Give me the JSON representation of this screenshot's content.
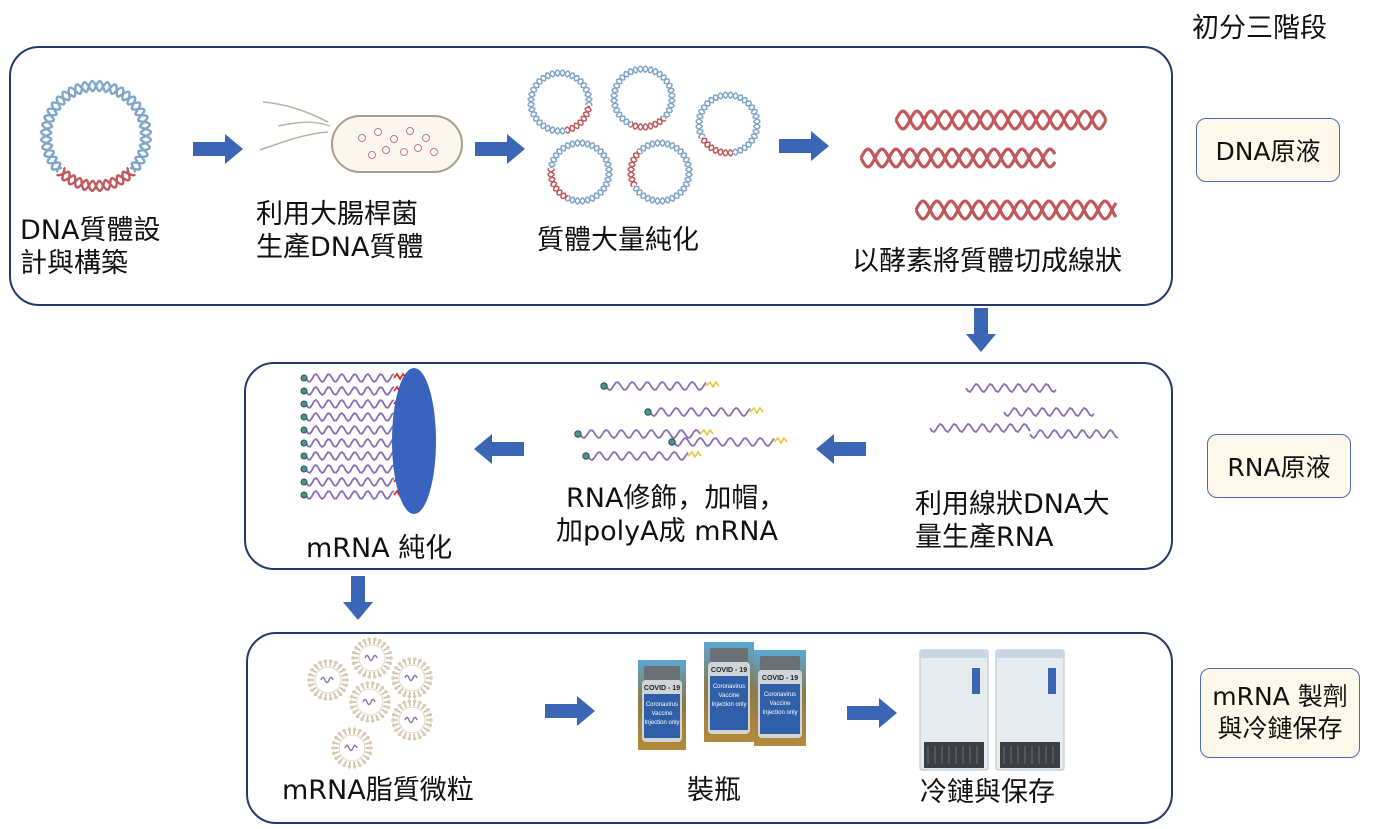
{
  "stage_heading": "初分三階段",
  "stages": [
    {
      "label": "DNA原液"
    },
    {
      "label": "RNA原液"
    },
    {
      "label": "mRNA 製劑\n與冷鏈保存",
      "line1": "mRNA 製劑",
      "line2": "與冷鏈保存"
    }
  ],
  "dna": {
    "step1": {
      "line1": "DNA質體設",
      "line2": "計與構築"
    },
    "step2": {
      "line1": "利用大腸桿菌",
      "line2": "生產DNA質體"
    },
    "step3": {
      "line1": "質體大量純化"
    },
    "step4": {
      "line1": "以酵素將質體切成線狀"
    }
  },
  "rna": {
    "step1": {
      "line1": "利用線狀DNA大",
      "line2": "量生產RNA"
    },
    "step2": {
      "line1": "RNA修飾，加帽，",
      "line2": "加polyA成 mRNA"
    },
    "step3": {
      "line1": "mRNA 純化"
    }
  },
  "formulation": {
    "step1": {
      "line1": "mRNA脂質微粒"
    },
    "step2": {
      "line1": "裝瓶"
    },
    "step3": {
      "line1": "冷鏈與保存"
    }
  },
  "vial": {
    "brand": "COVID - 19",
    "line1": "Coronavirus",
    "line2": "Vaccine",
    "line3": "Injection only"
  },
  "colors": {
    "panel_border": "#243a6a",
    "arrow": "#3a66b5",
    "dna_blue": "#7fa6c8",
    "dna_red": "#c0585c",
    "rna_purple": "#8a6fb4",
    "stage_bg": "#fdf8ea"
  }
}
